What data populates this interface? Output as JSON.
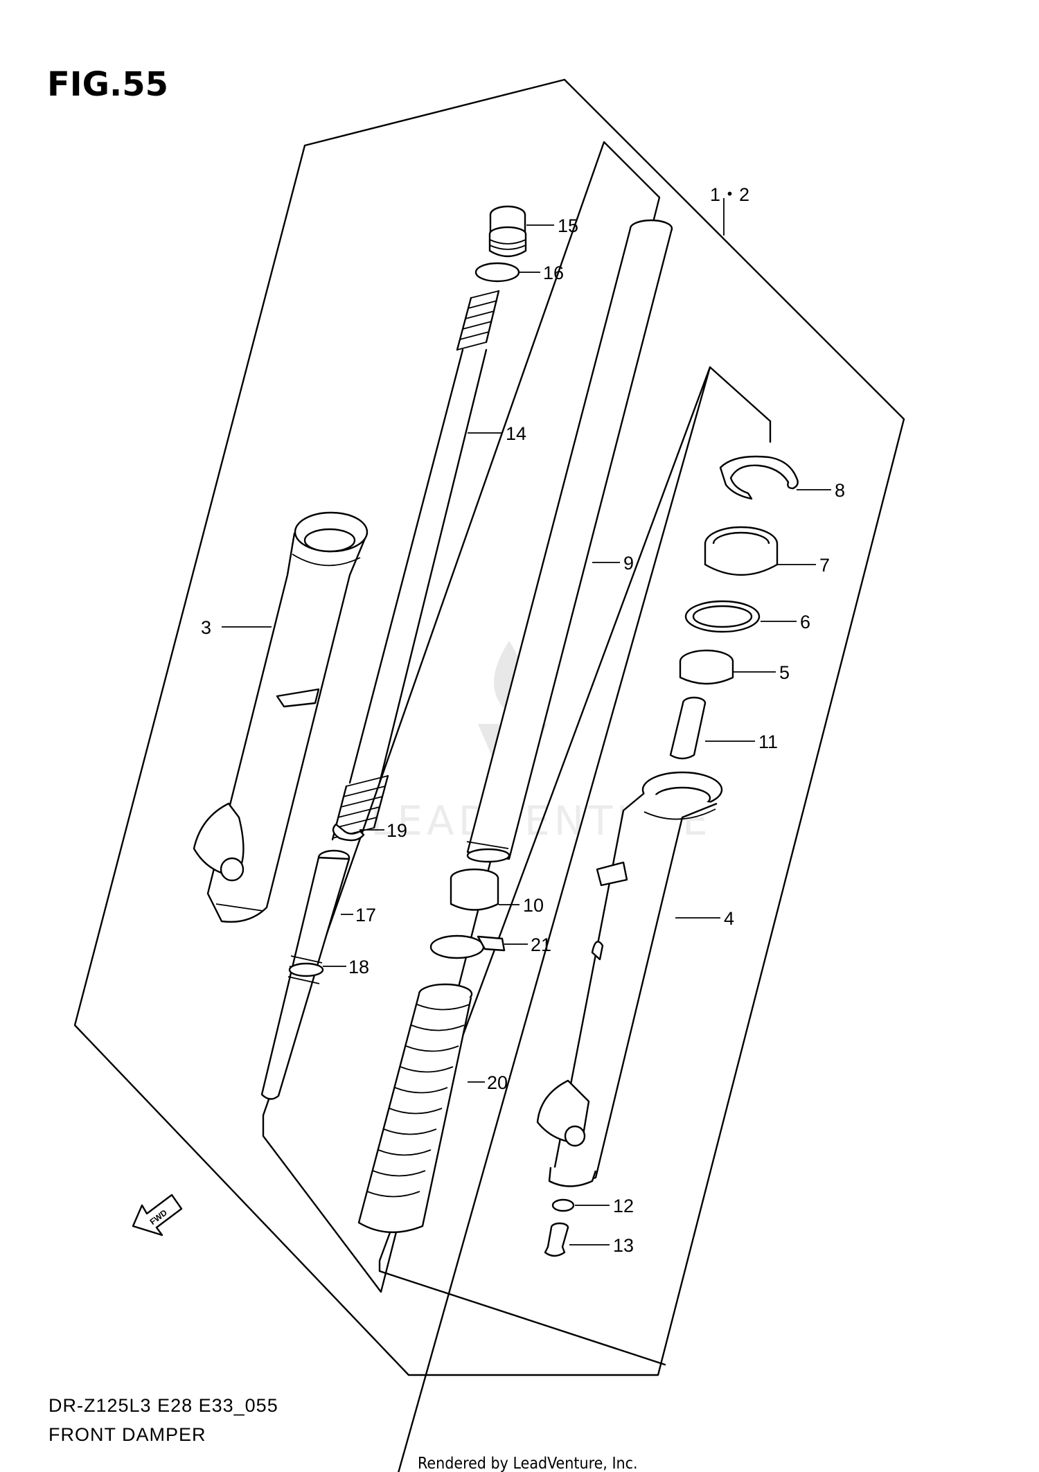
{
  "figure": {
    "title": "FIG.55"
  },
  "watermark": {
    "text": "LEADVENTURE"
  },
  "callouts": {
    "c1_2": "1・2",
    "c3": "3",
    "c4": "4",
    "c5": "5",
    "c6": "6",
    "c7": "7",
    "c8": "8",
    "c9": "9",
    "c10": "10",
    "c11": "11",
    "c12": "12",
    "c13": "13",
    "c14": "14",
    "c15": "15",
    "c16": "16",
    "c17": "17",
    "c18": "18",
    "c19": "19",
    "c20": "20",
    "c21": "21"
  },
  "fwd_arrow": {
    "label": "FWD"
  },
  "caption": {
    "model_code": "DR-Z125L3 E28 E33_055",
    "title": "FRONT DAMPER"
  },
  "footer": {
    "rendered_by": "Rendered by LeadVenture, Inc."
  }
}
